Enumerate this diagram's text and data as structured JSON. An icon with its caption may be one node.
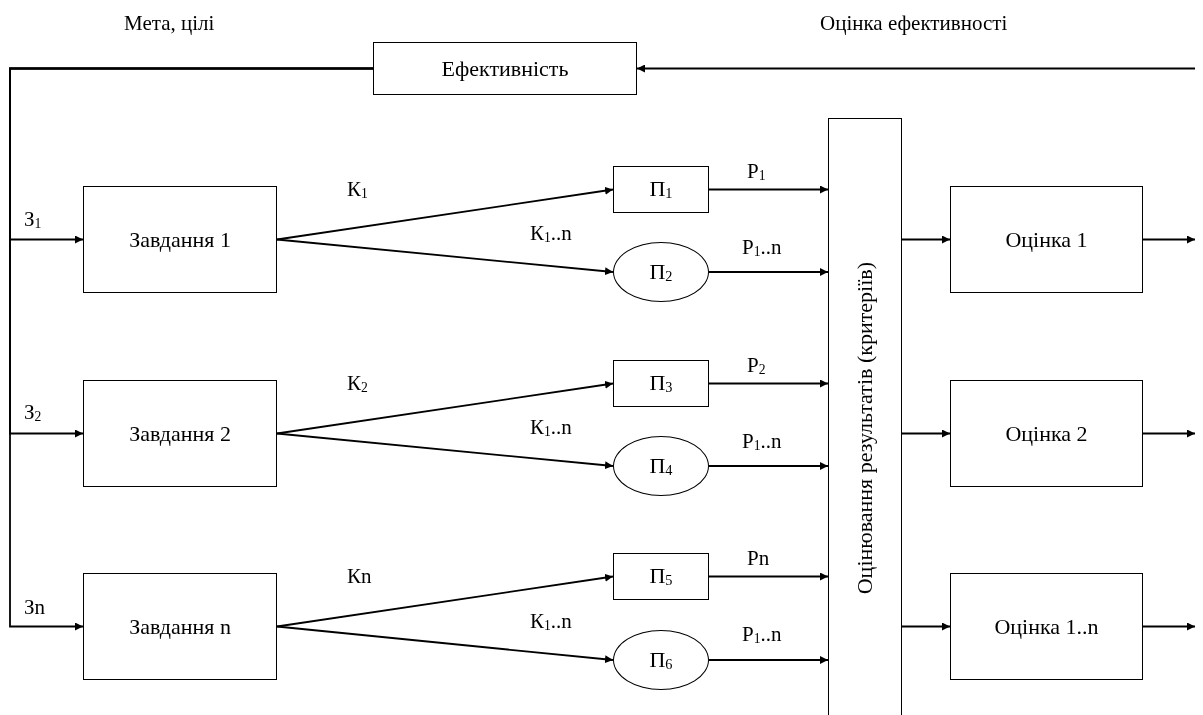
{
  "diagram": {
    "nodes": [
      {
        "text": [
          "Ефективність"
        ]
      },
      {
        "text": [
          "Завдання 1"
        ]
      },
      {
        "text": [
          "Завдання 2"
        ]
      },
      {
        "text": [
          "Завдання n"
        ]
      },
      {
        "text": [
          "П$_{1}$"
        ]
      },
      {
        "text": [
          "П$_{2}$"
        ]
      },
      {
        "text": [
          "П$_{3}$"
        ]
      },
      {
        "text": [
          "П$_{4}$"
        ]
      },
      {
        "text": [
          "П$_{5}$"
        ]
      },
      {
        "text": [
          "П$_{6}$"
        ]
      },
      {
        "text": [
          "Оцінювання результатів (критеріїв)"
        ]
      },
      {
        "text": [
          "Оцінка 1"
        ]
      },
      {
        "text": [
          "Оцінка 2"
        ]
      },
      {
        "text": [
          "Оцінка 1..n"
        ]
      }
    ],
    "edges": [
      {
        "from": 0,
        "to": 1,
        "arrow": "to",
        "label": "З$_{1}$"
      },
      {
        "from": 0,
        "to": 2,
        "arrow": "to",
        "label": "З$_{2}$"
      },
      {
        "from": 0,
        "to": 3,
        "arrow": "to",
        "label": "Зn"
      },
      {
        "from": null,
        "to": 0,
        "arrow": "to",
        "label": "Оцінка ефективності"
      },
      {
        "from": 1,
        "to": 4,
        "arrow": "to",
        "label": "К$_{1}$"
      },
      {
        "from": 1,
        "to": 5,
        "arrow": "to",
        "label": "К$_{1}$..n"
      },
      {
        "from": 2,
        "to": 6,
        "arrow": "to",
        "label": "К$_{2}$"
      },
      {
        "from": 2,
        "to": 7,
        "arrow": "to",
        "label": "К$_{1}$..n"
      },
      {
        "from": 3,
        "to": 8,
        "arrow": "to",
        "label": "Кn"
      },
      {
        "from": 3,
        "to": 9,
        "arrow": "to",
        "label": "К$_{1}$..n"
      },
      {
        "from": 4,
        "to": 10,
        "arrow": "to",
        "label": "Р$_{1}$"
      },
      {
        "from": 5,
        "to": 10,
        "arrow": "to",
        "label": "Р$_{1}$..n"
      },
      {
        "from": 6,
        "to": 10,
        "arrow": "to",
        "label": "Р$_{2}$"
      },
      {
        "from": 7,
        "to": 10,
        "arrow": "to",
        "label": "Р$_{1}$..n"
      },
      {
        "from": 8,
        "to": 10,
        "arrow": "to",
        "label": "Рn"
      },
      {
        "from": 9,
        "to": 10,
        "arrow": "to",
        "label": "Р$_{1}$..n"
      },
      {
        "from": 10,
        "to": 11,
        "arrow": "to"
      },
      {
        "from": 10,
        "to": 12,
        "arrow": "to"
      },
      {
        "from": 10,
        "to": 13,
        "arrow": "to"
      },
      {
        "from": 11,
        "to": null,
        "arrow": "to"
      },
      {
        "from": 12,
        "to": null,
        "arrow": "to"
      },
      {
        "from": 13,
        "to": null,
        "arrow": "to"
      }
    ],
    "labels": [
      "Мета, цілі"
    ]
  }
}
